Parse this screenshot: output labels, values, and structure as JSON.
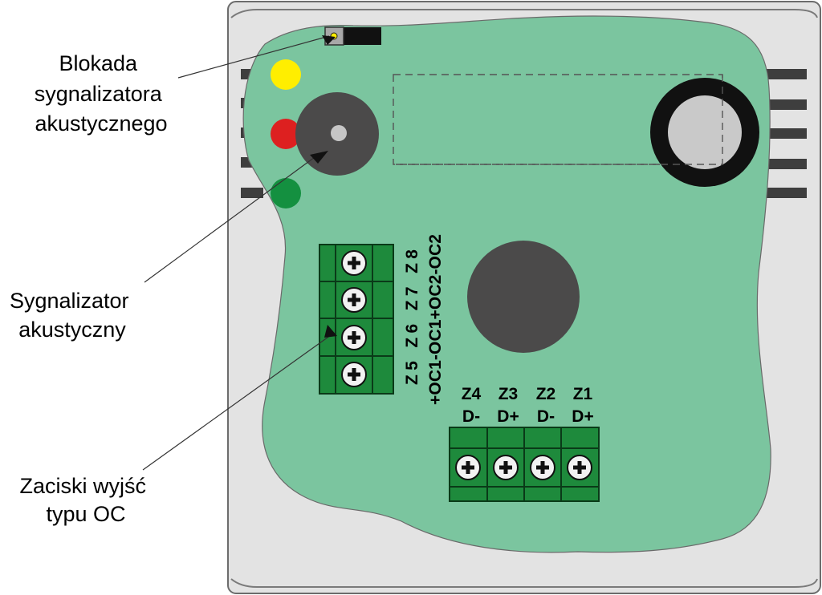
{
  "labels": {
    "blokada": [
      "Blokada",
      "sygnalizatora",
      "akustycznego"
    ],
    "sygnalizator": [
      "Sygnalizator",
      "akustyczny"
    ],
    "zaciski": [
      "Zaciski wyjść",
      "typu OC"
    ]
  },
  "vertical_terminals": {
    "zones": "Z5 Z6 Z7 Z8",
    "signals": "+OC1-OC1+OC2-OC2"
  },
  "horizontal_terminals": [
    {
      "zone": "Z4",
      "signal": "D-"
    },
    {
      "zone": "Z3",
      "signal": "D+"
    },
    {
      "zone": "Z2",
      "signal": "D-"
    },
    {
      "zone": "Z1",
      "signal": "D+"
    }
  ],
  "colors": {
    "pcb": "#7bc59f",
    "housing": "#e3e3e3",
    "terminal_block": "#1e8a3c",
    "led_yellow": "#ffee00",
    "led_red": "#dd2020",
    "led_green": "#149040",
    "buzzer": "#4b4a4a",
    "ring": "#111111"
  }
}
